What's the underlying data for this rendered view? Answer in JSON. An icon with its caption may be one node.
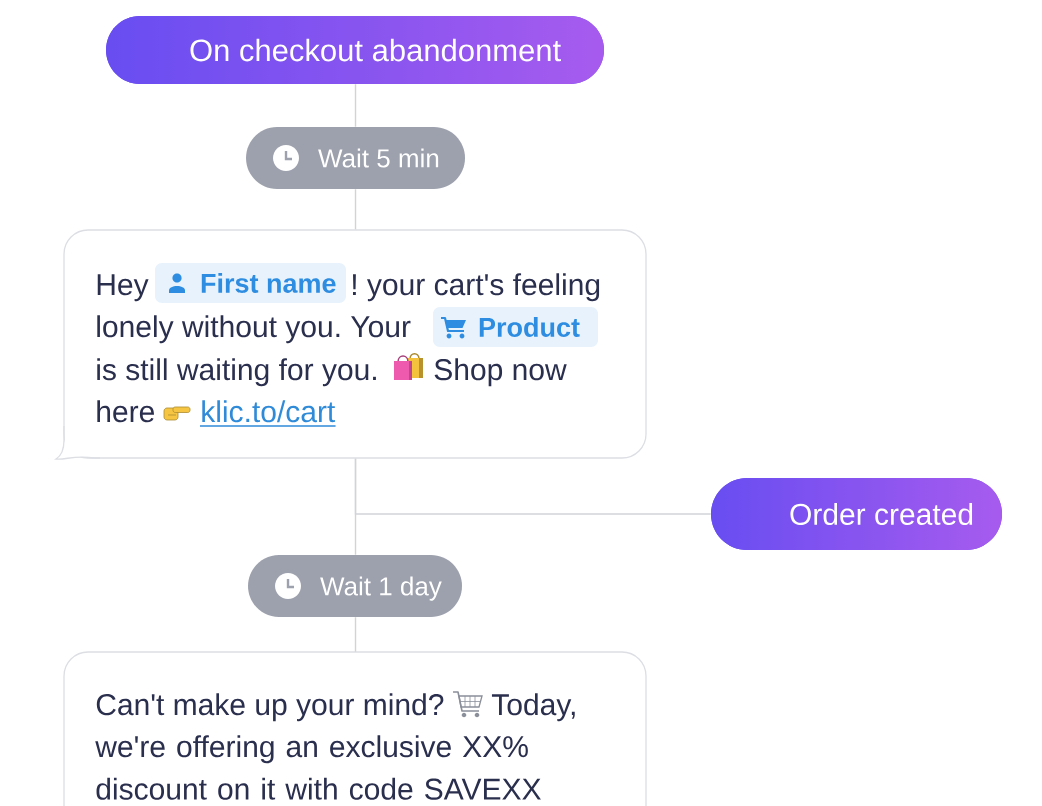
{
  "diagram": {
    "nodes": [
      {
        "text": [
          "On checkout abandonment"
        ]
      },
      {
        "text": [
          "Wait 5 min"
        ]
      },
      {
        "text": [
          "Hey",
          "! your cart's feeling",
          "lonely without you. Your",
          "is still waiting for you.",
          "Shop now",
          "here",
          "klic.to/cart"
        ]
      },
      {
        "text": [
          "First name"
        ],
        "in": 2
      },
      {
        "text": [
          "Product"
        ],
        "in": 2
      },
      {
        "text": [
          "Order created"
        ]
      },
      {
        "text": [
          "Wait 1 day"
        ]
      },
      {
        "text": [
          "Can't make up your mind?",
          "Today,",
          "we're offering an exclusive XX% discount on it with code SAVEXX"
        ]
      }
    ],
    "edges": [
      {
        "from": 0,
        "to": 1,
        "arrow": "none"
      },
      {
        "from": 1,
        "to": 2,
        "arrow": "none"
      },
      {
        "from": 2,
        "to": 6,
        "arrow": "none"
      },
      {
        "from": 2,
        "to": 5,
        "arrow": "none"
      },
      {
        "from": 6,
        "to": 7,
        "arrow": "none"
      }
    ]
  }
}
